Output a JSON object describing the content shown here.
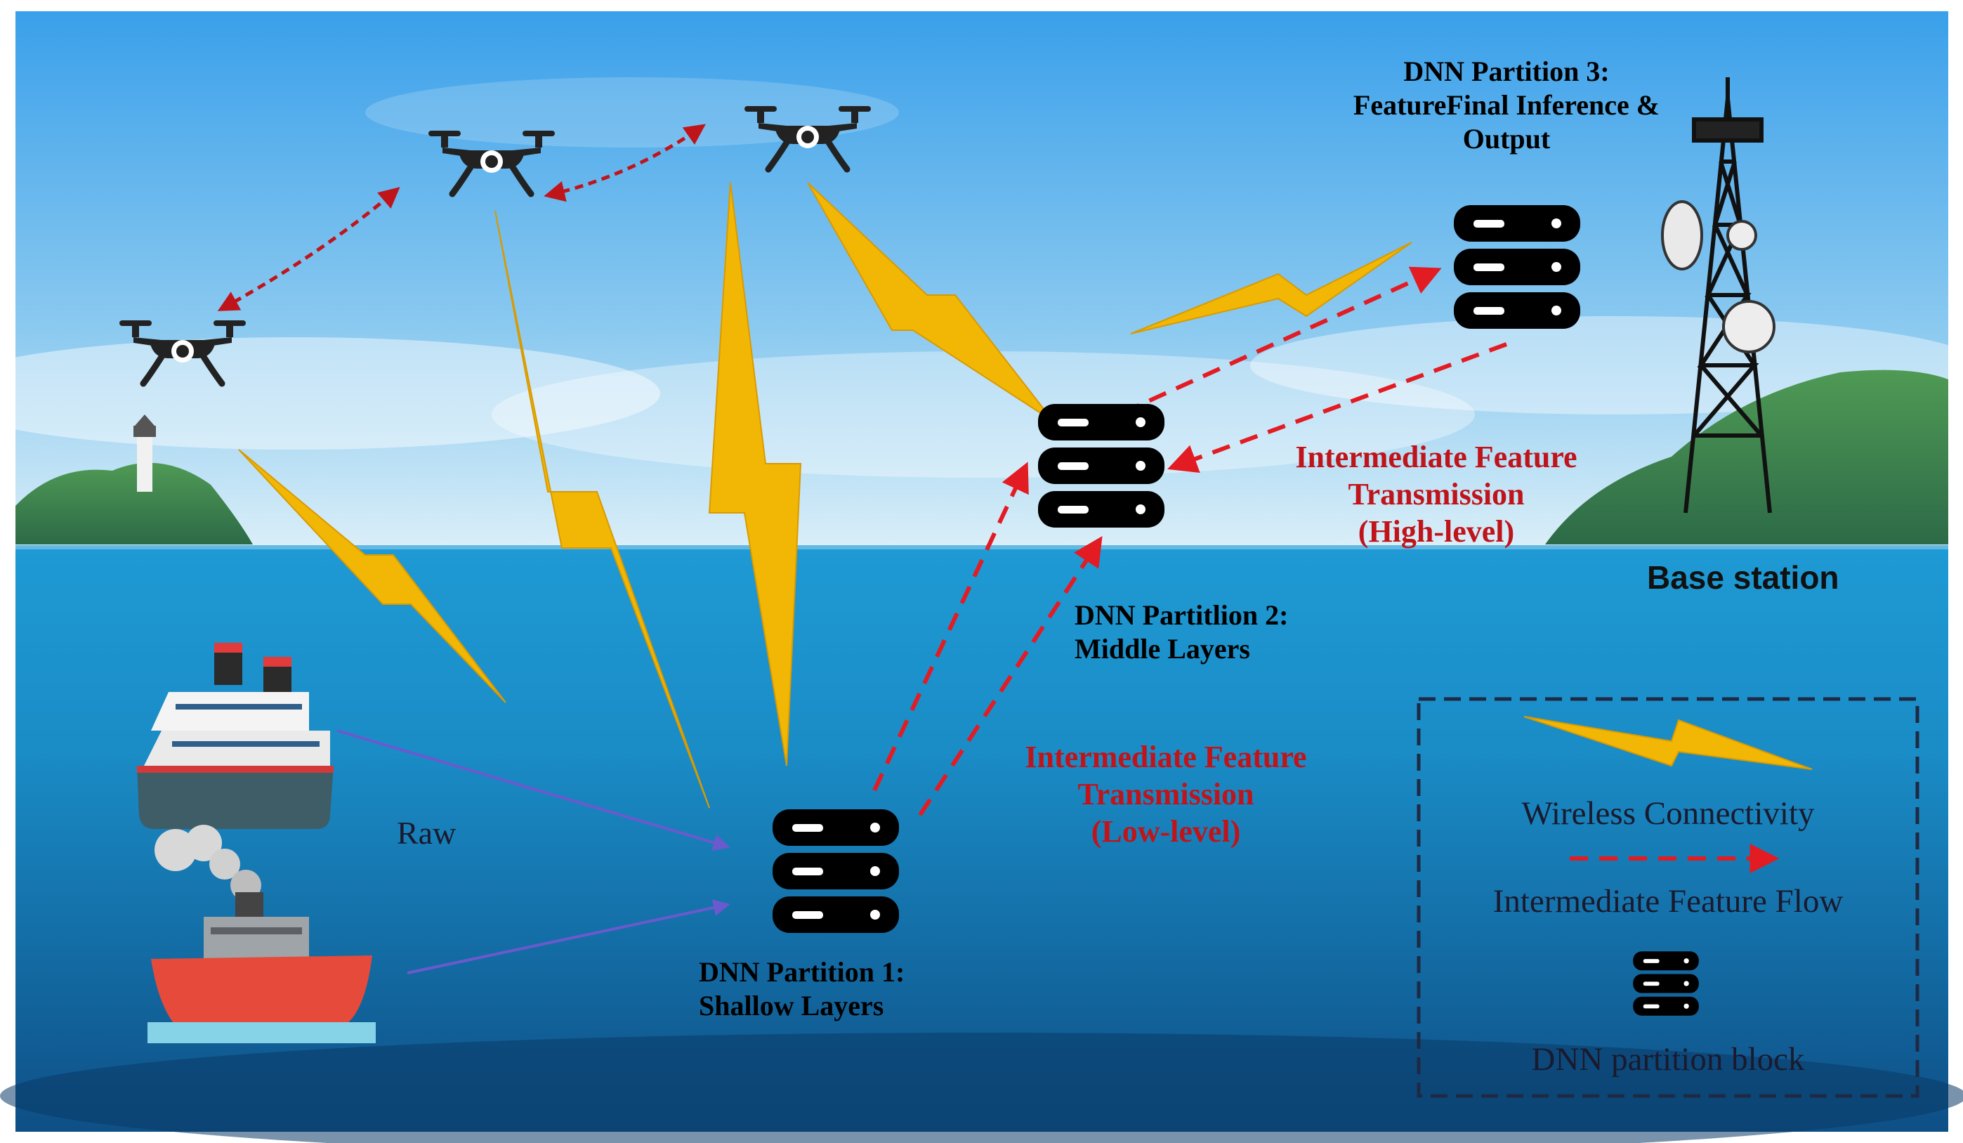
{
  "labels": {
    "partition1": [
      "DNN Partition 1:",
      "Shallow Layers"
    ],
    "partition2": [
      "DNN Partitlion 2:",
      "Middle Layers"
    ],
    "partition3": [
      "DNN Partition 3:",
      "FeatureFinal Inference &",
      "Output"
    ],
    "feature_low": [
      "Intermediate Feature",
      "Transmission",
      "(Low-level)"
    ],
    "feature_high": [
      "Intermediate Feature",
      "Transmission",
      "(High-level)"
    ],
    "raw": "Raw",
    "base_station": "Base station"
  },
  "legend": {
    "wireless": "Wireless Connectivity",
    "feature_flow": "Intermediate Feature Flow",
    "partition_block": "DNN partition block"
  },
  "colors": {
    "lightning": "#f2b705",
    "feature_arrow": "#e31b23",
    "raw_arrow": "#6a5acd",
    "drone_link": "#c0141b",
    "server": "#000000",
    "sky_top": "#3fa2e8",
    "sea": "#1b8fc9"
  },
  "icons": [
    "drone-icon",
    "server-icon",
    "cruise-ship-icon",
    "steamship-icon",
    "lighthouse-icon",
    "cell-tower-icon",
    "lightning-icon"
  ]
}
